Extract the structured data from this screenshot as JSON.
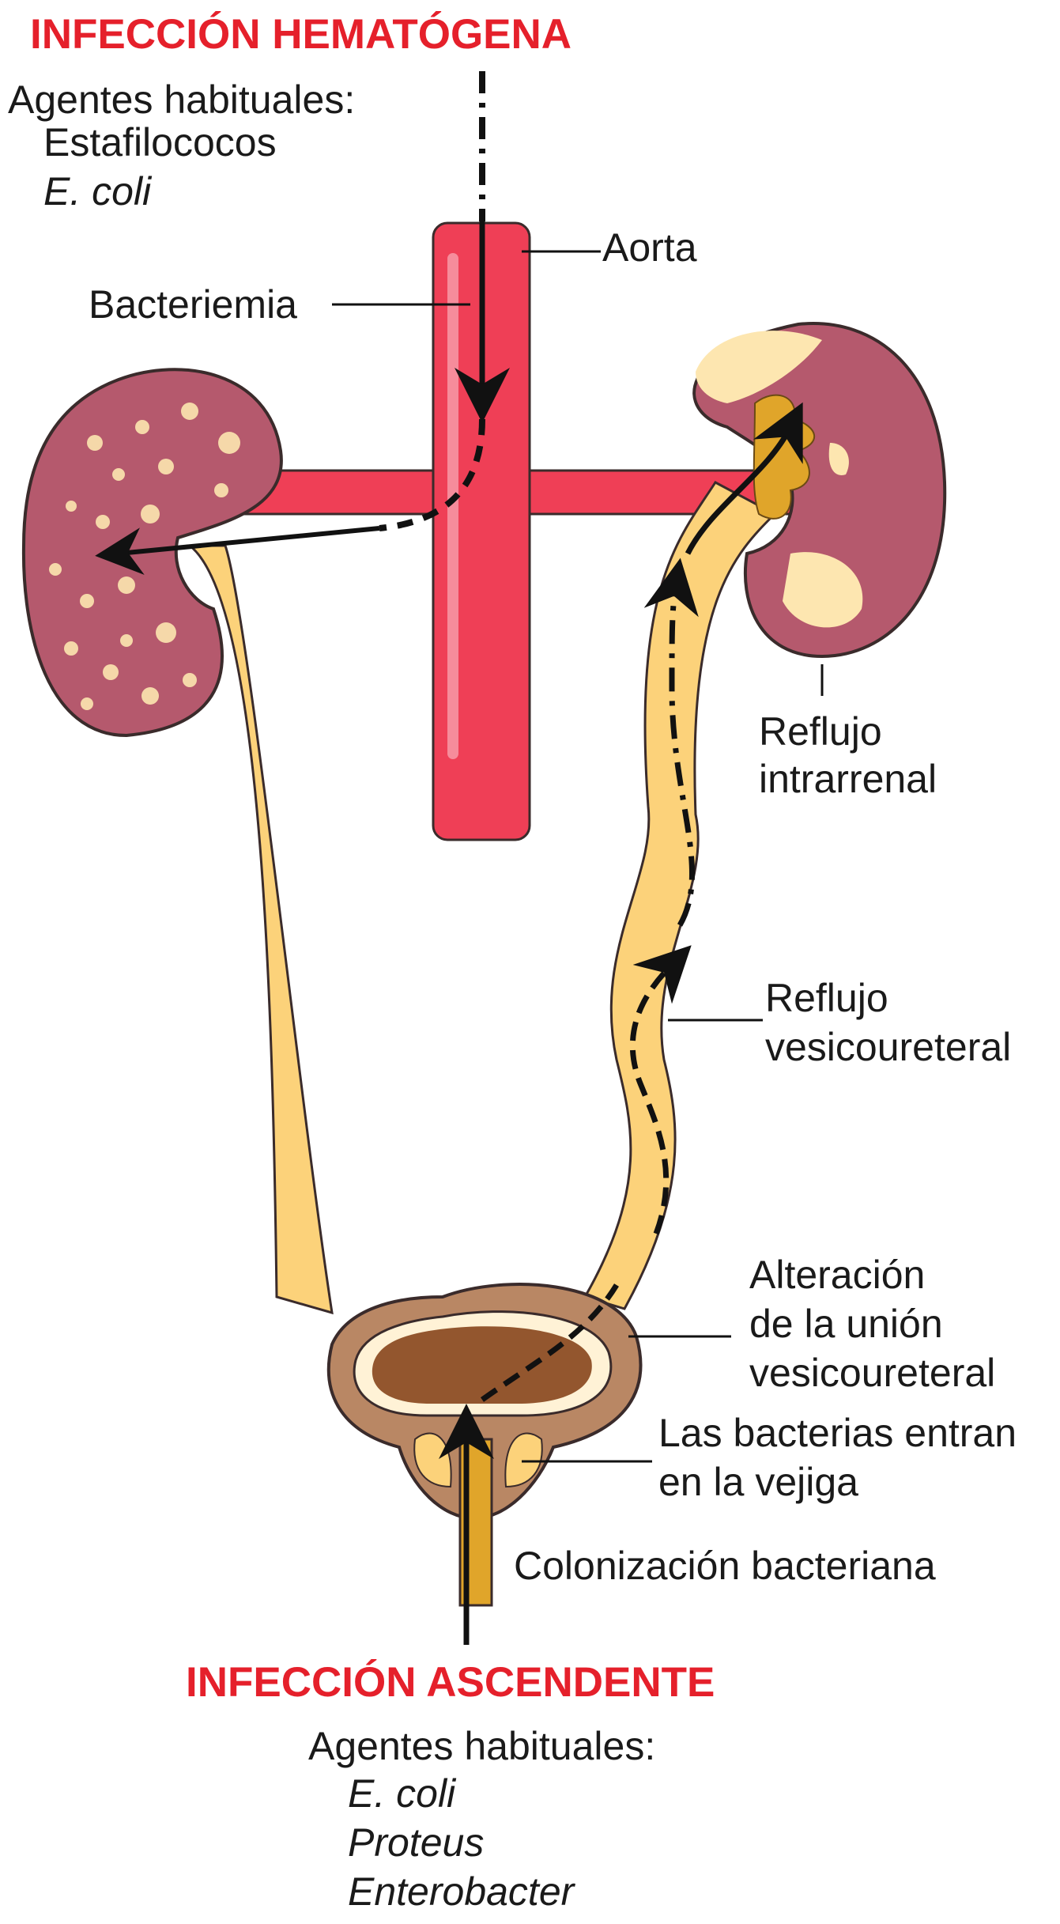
{
  "hematogenous": {
    "title": "INFECCIÓN HEMATÓGENA",
    "agents_heading": "Agentes habituales:",
    "agents": [
      "Estafilococos",
      "E. coli"
    ]
  },
  "labels": {
    "aorta": "Aorta",
    "bacteremia": "Bacteriemia",
    "intrarenal_reflux": [
      "Reflujo",
      "intrarrenal"
    ],
    "vesicoureteral_reflux": [
      "Reflujo",
      "vesicoureteral"
    ],
    "junction_alteration": [
      "Alteración",
      "de la unión",
      "vesicoureteral"
    ],
    "bacteria_enter": [
      "Las bacterias entran",
      "en la vejiga"
    ],
    "colonization": "Colonización bacteriana"
  },
  "ascending": {
    "title": "INFECCIÓN ASCENDENTE",
    "agents_heading": "Agentes habituales:",
    "agents": [
      "E. coli",
      "Proteus",
      "Enterobacter"
    ]
  },
  "colors": {
    "title_red": "#e5202b",
    "aorta": "#ef3f56",
    "kidney": "#b5596d",
    "ureter": "#fcd27a",
    "bladder": "#b98764"
  }
}
